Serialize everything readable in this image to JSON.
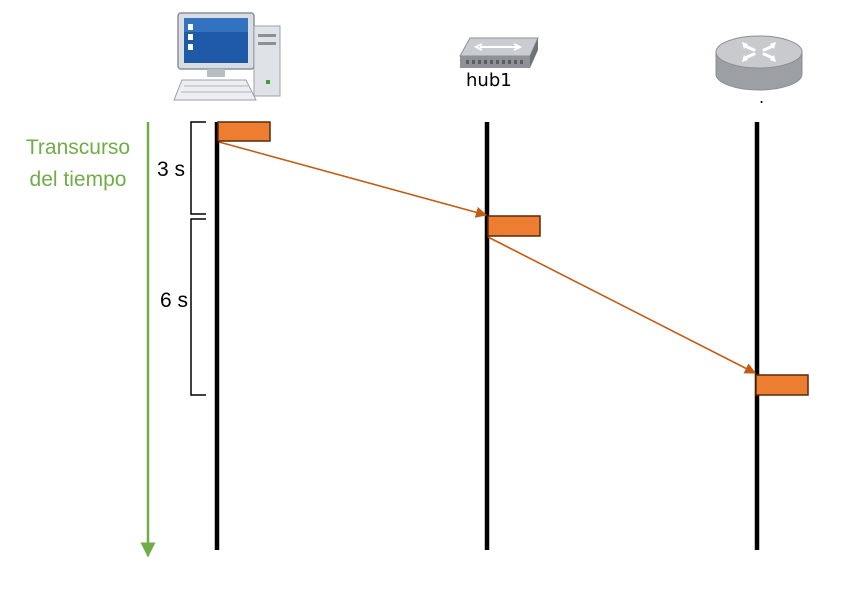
{
  "nodes": {
    "computer": {
      "name": ""
    },
    "hub": {
      "name": "hub1"
    },
    "router": {
      "name": "."
    }
  },
  "time_axis": {
    "label_line1": "Transcurso",
    "label_line2": "del tiempo",
    "color": "#70AD47"
  },
  "durations": [
    {
      "label": "3 s"
    },
    {
      "label": "6 s"
    }
  ],
  "colors": {
    "packet_fill": "#ED7D31",
    "packet_stroke": "#5C2A0A",
    "arrow": "#C55A11",
    "lifeline": "#000000"
  }
}
